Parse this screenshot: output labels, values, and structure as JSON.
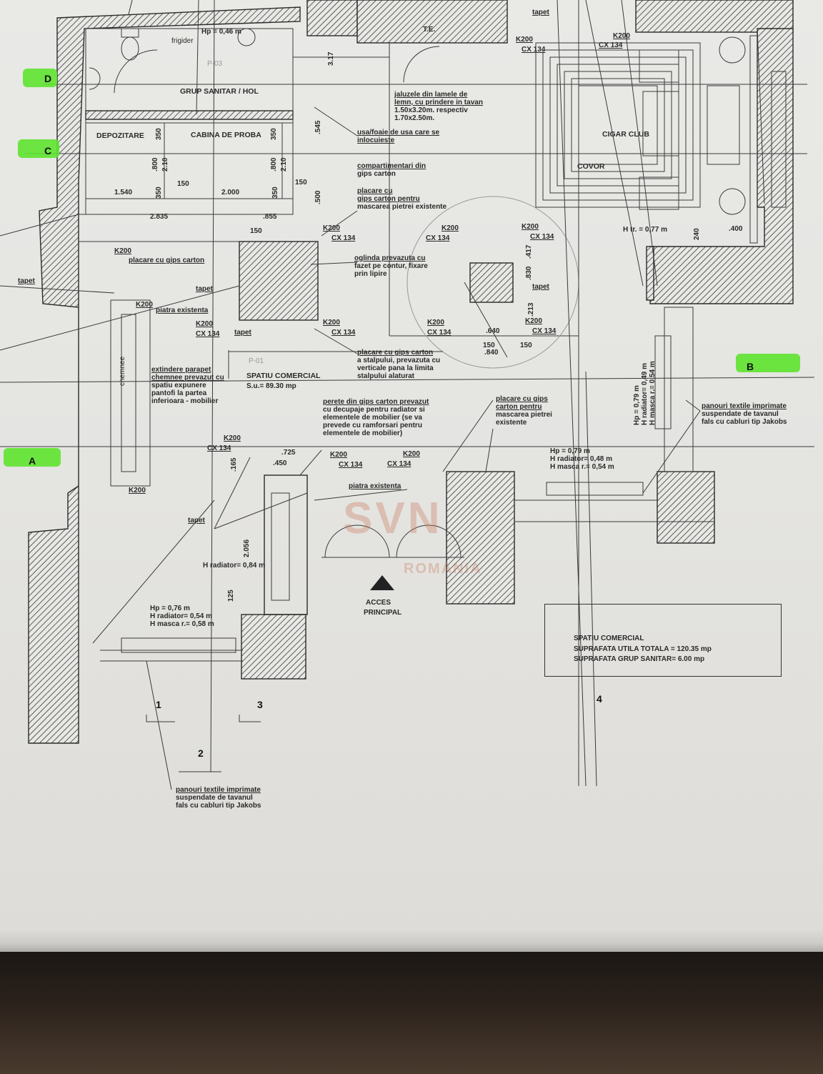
{
  "rooms": {
    "grup_sanitar": "GRUP SANITAR / HOL",
    "depozitare": "DEPOZITARE",
    "cabina": "CABINA DE PROBA",
    "cigar": "CIGAR CLUB",
    "covor": "COVOR",
    "spatiu": "SPATIU COMERCIAL",
    "su": "S.u.= 89.30 mp",
    "te": "T.E.",
    "frigider": "frigider",
    "chemnee": "chemnee",
    "p03": "P-03",
    "p01": "P-01",
    "acces1": "ACCES",
    "acces2": "PRINCIPAL"
  },
  "axes": {
    "D": "D",
    "C": "C",
    "B": "B",
    "A": "A",
    "n1": "1",
    "n2": "2",
    "n3": "3",
    "n4": "4"
  },
  "dims": {
    "hp046": "Hp = 0,46 m",
    "d1540": "1.540",
    "d2000": "2.000",
    "d2835": "2.835",
    "d855": ".855",
    "d150": "150",
    "d150b": "150",
    "d150c": "150",
    "d545": ".545",
    "d350a": "350",
    "d350b": "350",
    "d350c": "350",
    "d350d": "350",
    "d800a": ".800",
    "d210a": "2.10",
    "d800b": ".800",
    "d210b": "2.10",
    "d500": ".500",
    "d17": "3.17",
    "d417": ".417",
    "d830": ".830",
    "d213": ".213",
    "d640": ".640",
    "d840": ".840",
    "d150d": "150",
    "d150e": "150",
    "d725": ".725",
    "d450": ".450",
    "d165": ".165",
    "d2056": "2.056",
    "d125": "125",
    "d240": "240",
    "d400": ".400",
    "htr": "H tr. = 0,77 m"
  },
  "k200": "K200",
  "cx134": "CX 134",
  "tapet": "tapet",
  "notes": {
    "jaluzele": [
      "jaluzele din lamele de",
      "lemn, cu prindere in tavan",
      "1.50x3.20m. respectiv",
      "1.70x2.50m."
    ],
    "usa": [
      "usa/foaie de usa care se",
      "inlocuieste"
    ],
    "compartimentari": [
      "compartimentari din",
      "gips carton"
    ],
    "placare1": [
      "placare cu",
      "gips carton pentru",
      "mascarea pietrei existente"
    ],
    "placare_gips": "placare cu gips carton",
    "piatra": "piatra existenta",
    "oglinda": [
      "oglinda prevazuta cu",
      "fazet pe contur, fixare",
      "prin lipire"
    ],
    "placare_stalp": [
      "placare cu gips carton",
      "a stalpului, prevazuta cu",
      "verticale pana la limita",
      "stalpului alaturat"
    ],
    "extindere": [
      "extindere parapet",
      "chemnee prevazut cu",
      "spatiu expunere",
      "pantofi la partea",
      "inferioara - mobilier"
    ],
    "perete": [
      "perete din gips carton prevazut",
      "cu decupaje pentru radiator si",
      "elementele de mobilier (se va",
      "prevede cu ramforsari pentru",
      "elementele de mobilier)"
    ],
    "placare2": [
      "placare cu gips",
      "carton pentru",
      "mascarea pietrei",
      "existente"
    ],
    "piatra2": "piatra existenta",
    "panouri": [
      "panouri textile imprimate",
      "suspendate de tavanul",
      "fals cu cabluri tip Jakobs"
    ],
    "rad_mid": [
      "Hp = 0,79 m",
      "H radiator= 0,48 m",
      "H masca r.= 0,54 m"
    ],
    "rad_vert": [
      "Hp = 0,79 m",
      "H radiator= 0,49 m",
      "H masca r.= 0,54 m"
    ],
    "rad_left": [
      "Hp = 0,76 m",
      "H radiator= 0,54 m",
      "H masca r.= 0,58 m"
    ],
    "h_radiator": "H radiator= 0,84 m"
  },
  "summary": [
    "SPATIU COMERCIAL",
    "SUPRAFATA UTILA TOTALA = 120.35 mp",
    "SUPRAFATA GRUP SANITAR= 6.00 mp"
  ],
  "watermark": {
    "main": "SVN",
    "sub": "ROMANIA"
  },
  "colors": {
    "paper": "#e6e6e3",
    "ink": "#2a2a2a",
    "highlight": "#5ee32f",
    "table": "#2a211b"
  }
}
